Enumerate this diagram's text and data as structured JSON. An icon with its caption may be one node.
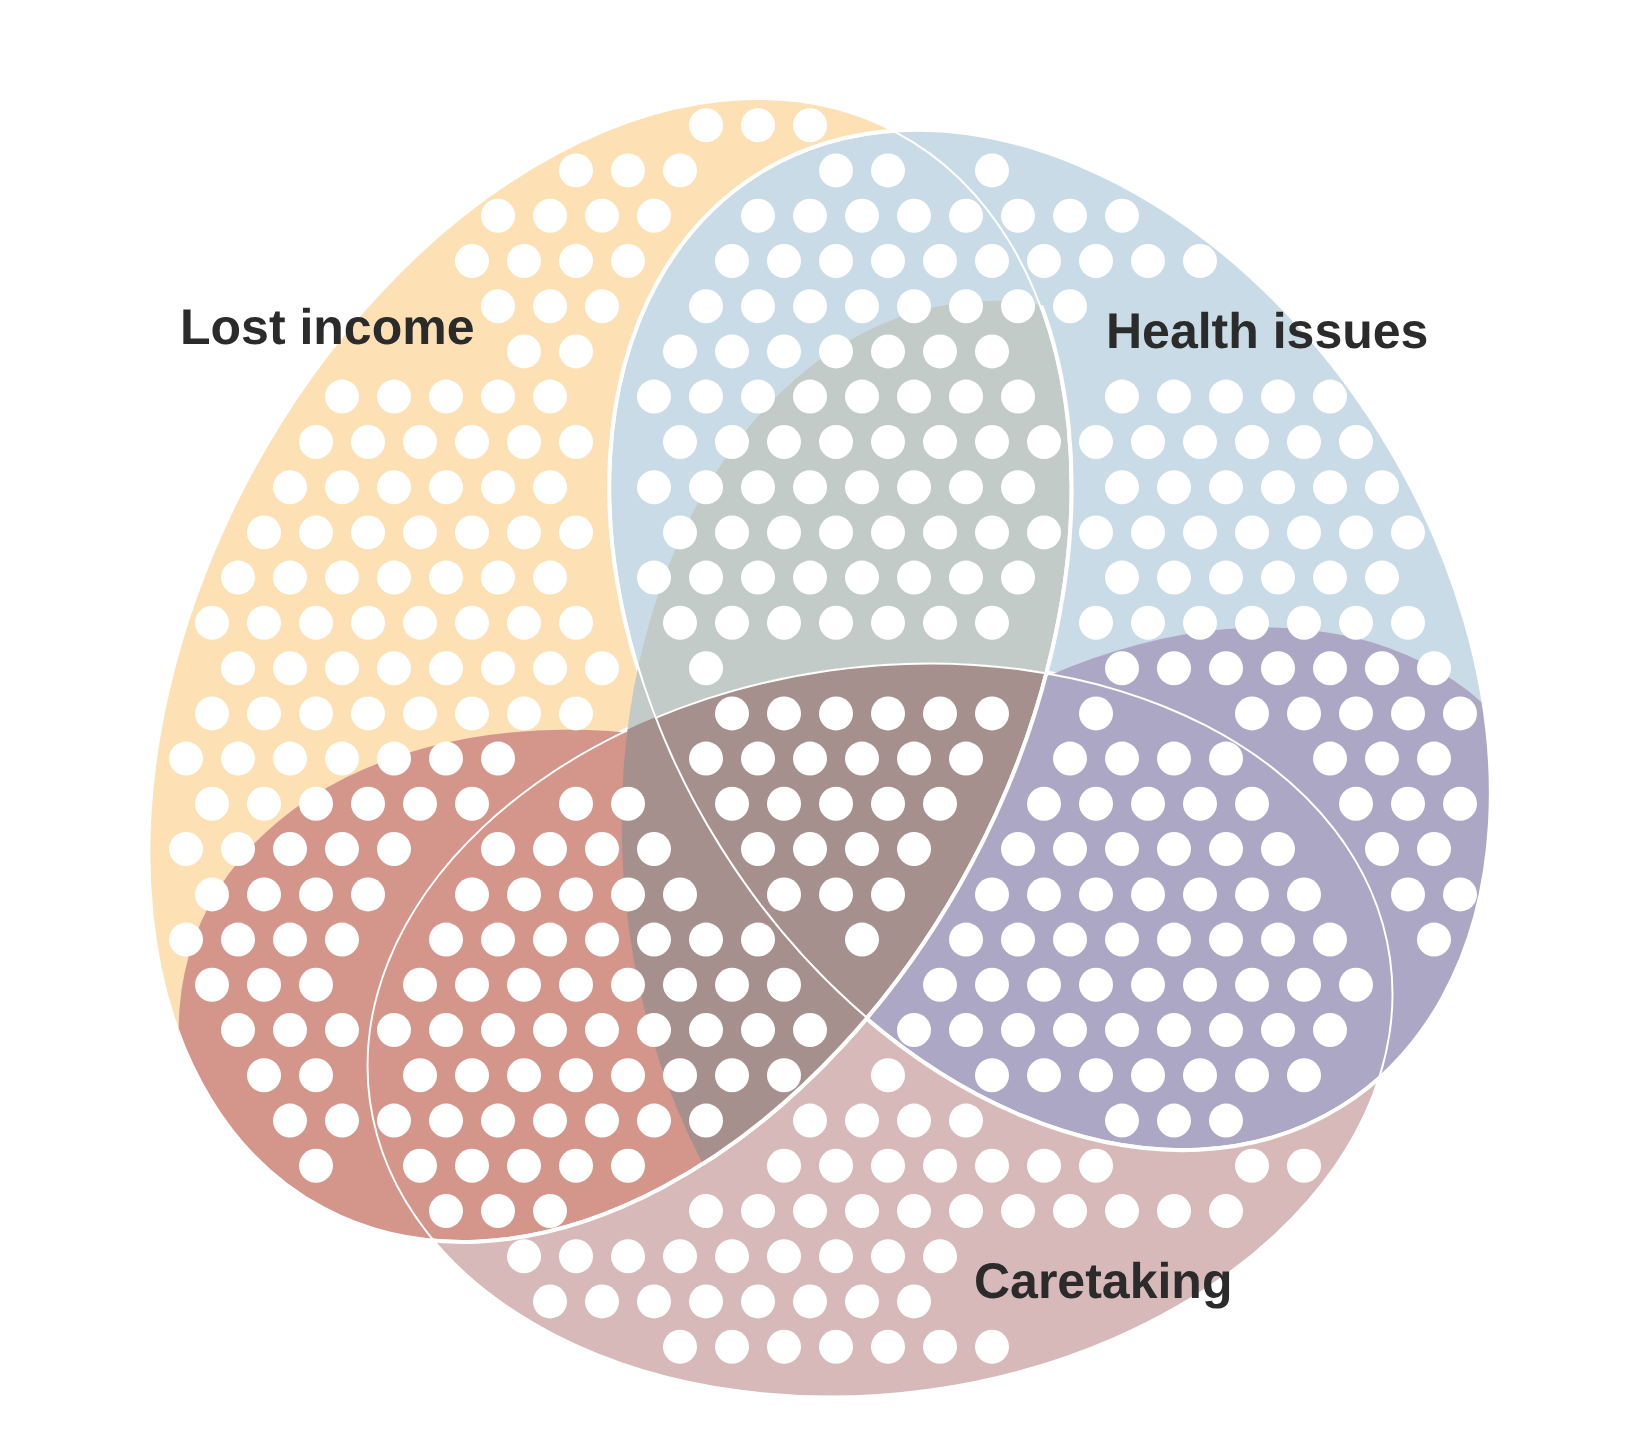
{
  "diagram": {
    "nodes": [
      {
        "text": [
          "Lost income"
        ]
      },
      {
        "text": [
          "Health issues"
        ]
      },
      {
        "text": [
          "Caretaking"
        ]
      }
    ]
  }
}
